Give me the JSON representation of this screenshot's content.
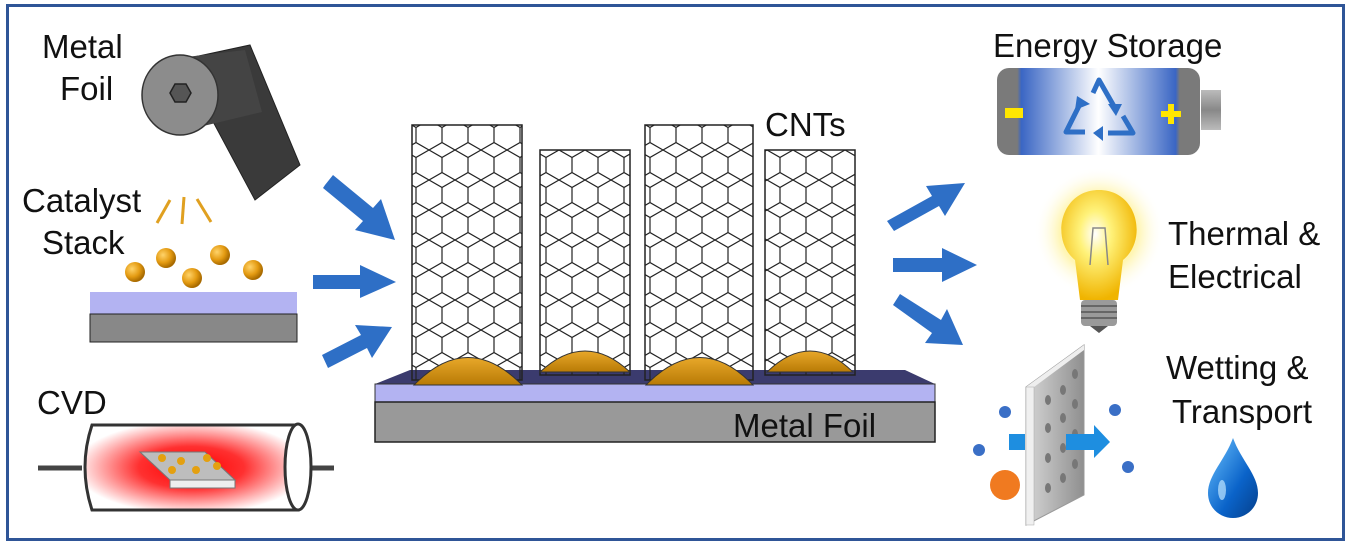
{
  "figure": {
    "left_labels": {
      "metal_foil_line1": "Metal",
      "metal_foil_line2": "Foil",
      "catalyst_line1": "Catalyst",
      "catalyst_line2": "Stack",
      "cvd": "CVD"
    },
    "center_labels": {
      "cnts": "CNTs",
      "substrate": "Metal Foil"
    },
    "applications": [
      {
        "lines": [
          "Energy Storage"
        ],
        "icon": "battery-recycle-icon"
      },
      {
        "lines": [
          "Thermal &",
          "Electrical"
        ],
        "icon": "light-bulb-icon"
      },
      {
        "lines": [
          "Wetting &",
          "Transport"
        ],
        "icon": "water-drop-icon"
      }
    ],
    "battery_symbols": {
      "negative": "-",
      "positive": "+"
    },
    "colors": {
      "frame": "#2f5597",
      "arrow": "#2e6fc6",
      "catalyst": "#e0a020",
      "barrier_layer": "#b3b3f2",
      "substrate": "#8a8a8a",
      "substrate_top": "#3b3b6e",
      "cvd_heat": "#ff1a1a"
    }
  }
}
